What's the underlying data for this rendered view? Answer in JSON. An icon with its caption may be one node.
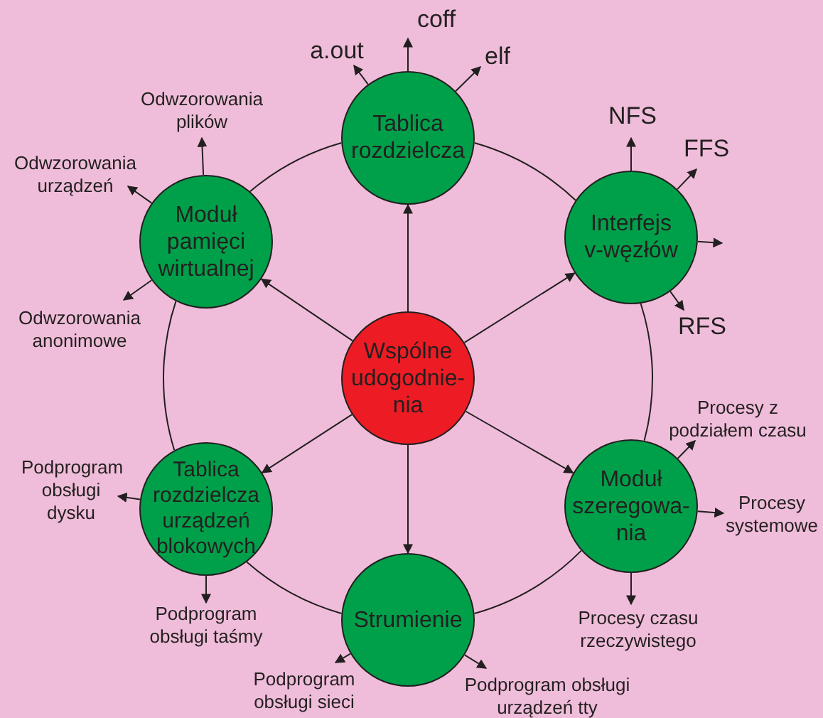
{
  "diagram": {
    "nodes": [
      {
        "text": [
          "Tablica rozdzielcza"
        ]
      },
      {
        "text": [
          "Moduł pamięci wirtualnej"
        ]
      },
      {
        "text": [
          "Interfejs v-węzłów"
        ]
      },
      {
        "text": [
          "Wspólne udogodnie- nia"
        ]
      },
      {
        "text": [
          "Tablica rozdzielcza urządzeń blokowych"
        ]
      },
      {
        "text": [
          "Moduł szeregowa- nia"
        ]
      },
      {
        "text": [
          "Strumienie"
        ]
      },
      {
        "text": [
          "a.out"
        ]
      },
      {
        "text": [
          "coff"
        ]
      },
      {
        "text": [
          "elf"
        ]
      },
      {
        "text": [
          "Odwzorowania plików"
        ]
      },
      {
        "text": [
          "Odwzorowania urządzeń"
        ]
      },
      {
        "text": [
          "NFS"
        ]
      },
      {
        "text": [
          "FFS"
        ]
      },
      {
        "text": [
          "RFS"
        ]
      },
      {
        "text": [
          "Odwzorowania anonimowe"
        ]
      },
      {
        "text": [
          "Procesy z podziałem czasu"
        ]
      },
      {
        "text": [
          "Procesy systemowe"
        ]
      },
      {
        "text": [
          "Podprogram obsługi dysku"
        ]
      },
      {
        "text": [
          "Podprogram obsługi taśmy"
        ]
      },
      {
        "text": [
          "Procesy czasu rzeczywistego"
        ]
      },
      {
        "text": [
          "Podprogram obsługi sieci"
        ]
      },
      {
        "text": [
          "Podprogram obsługi urządzeń tty"
        ]
      }
    ],
    "edges": [
      {
        "from": 3,
        "to": 0,
        "arrow": "to"
      },
      {
        "from": 3,
        "to": 1,
        "arrow": "to"
      },
      {
        "from": 3,
        "to": 2,
        "arrow": "to"
      },
      {
        "from": 3,
        "to": 4,
        "arrow": "to"
      },
      {
        "from": 3,
        "to": 5,
        "arrow": "to"
      },
      {
        "from": 3,
        "to": 6,
        "arrow": "to"
      },
      {
        "from": 0,
        "to": 2,
        "arrow": "none"
      },
      {
        "from": 2,
        "to": 5,
        "arrow": "none"
      },
      {
        "from": 5,
        "to": 6,
        "arrow": "none"
      },
      {
        "from": 6,
        "to": 4,
        "arrow": "none"
      },
      {
        "from": 4,
        "to": 1,
        "arrow": "none"
      },
      {
        "from": 1,
        "to": 0,
        "arrow": "none"
      },
      {
        "from": 0,
        "to": 7,
        "arrow": "to"
      },
      {
        "from": 0,
        "to": 8,
        "arrow": "to"
      },
      {
        "from": 0,
        "to": 9,
        "arrow": "to"
      },
      {
        "from": 1,
        "to": 10,
        "arrow": "to"
      },
      {
        "from": 1,
        "to": 11,
        "arrow": "to"
      },
      {
        "from": 1,
        "to": 15,
        "arrow": "to"
      },
      {
        "from": 2,
        "to": 12,
        "arrow": "to"
      },
      {
        "from": 2,
        "to": 13,
        "arrow": "to"
      },
      {
        "from": 2,
        "to": null,
        "arrow": "to"
      },
      {
        "from": 2,
        "to": 14,
        "arrow": "to"
      },
      {
        "from": 5,
        "to": 16,
        "arrow": "to"
      },
      {
        "from": 5,
        "to": 17,
        "arrow": "to"
      },
      {
        "from": 5,
        "to": 20,
        "arrow": "to"
      },
      {
        "from": 4,
        "to": 18,
        "arrow": "to"
      },
      {
        "from": 4,
        "to": 19,
        "arrow": "to"
      },
      {
        "from": 6,
        "to": 21,
        "arrow": "to"
      },
      {
        "from": 6,
        "to": 22,
        "arrow": "to"
      }
    ]
  }
}
